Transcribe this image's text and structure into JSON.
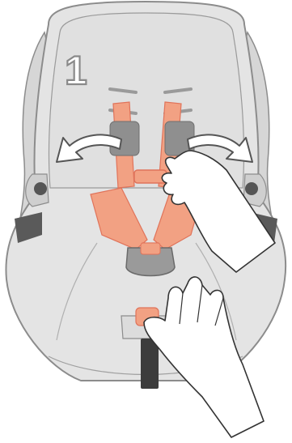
{
  "step": {
    "number": "1"
  },
  "colors": {
    "shell": "#d6d6d6",
    "shell_dark": "#bdbdbd",
    "seat": "#e4e4e4",
    "outline": "#8c8c8c",
    "strap": "#f2a183",
    "strap_outline": "#e0735a",
    "pad": "#8f8f8f",
    "buckle": "#9a9a9a",
    "adjuster_button": "#f2a183",
    "tongue": "#3c3c3c",
    "arrow_fill": "#ffffff",
    "hand_fill": "#ffffff",
    "hand_outline": "#333333"
  },
  "icons": {
    "left_arrow": "curved-arrow-outward-left",
    "right_arrow": "curved-arrow-outward-right",
    "right_hand": "hand-pulling-harness",
    "bottom_hand": "hand-pressing-adjuster"
  }
}
